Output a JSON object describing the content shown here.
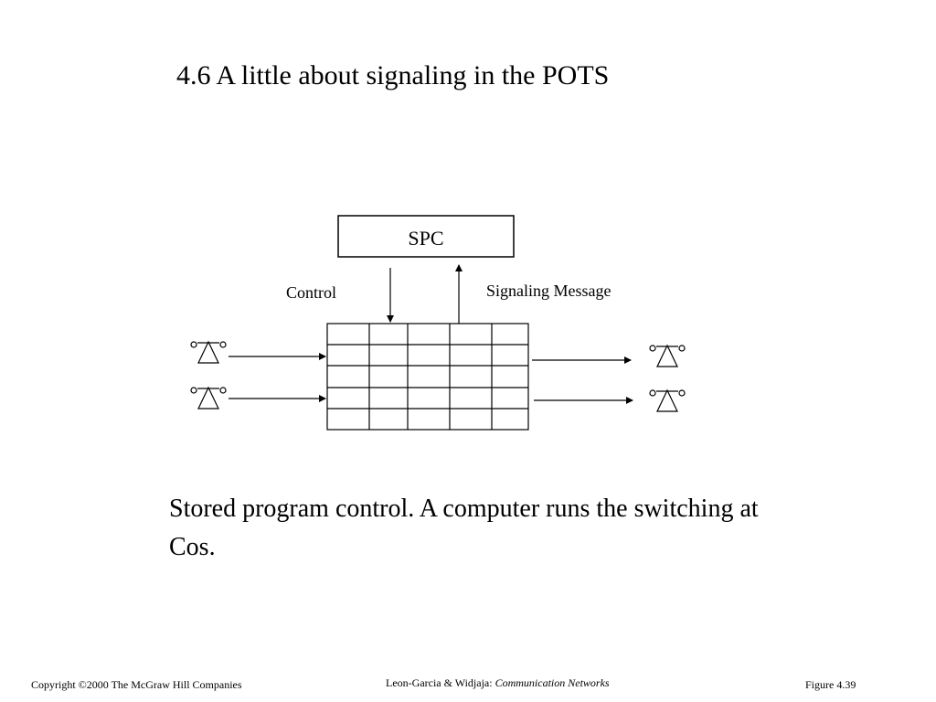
{
  "slide": {
    "title": "4.6 A little about signaling in the POTS",
    "caption": "Stored program control.  A computer runs the switching at Cos."
  },
  "diagram": {
    "spc_label": "SPC",
    "control_label": "Control",
    "signaling_label": "Signaling Message"
  },
  "footer": {
    "copyright": "Copyright ©2000 The McGraw Hill Companies",
    "authors": "Leon-Garcia & Widjaja:",
    "book": "Communication Networks",
    "figure": "Figure 4.39"
  },
  "icons": [
    "telephone-icon"
  ]
}
